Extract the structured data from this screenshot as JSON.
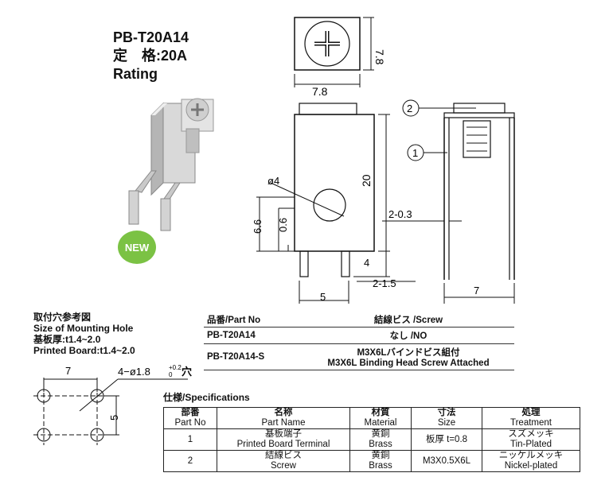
{
  "header": {
    "model": "PB-T20A14",
    "rating_jp": "定　格:20A",
    "rating_en": "Rating"
  },
  "badge": {
    "label": "NEW",
    "color": "#7bc244"
  },
  "drawing": {
    "top_width": "7.8",
    "top_height": "7.8",
    "height_20": "20",
    "dia_label": "ø4",
    "dim_66": "6.6",
    "dim_06": "0.6",
    "dim_4": "4",
    "dim_5": "5",
    "dim_2_15": "2-1.5",
    "dim_2_03": "2-0.3",
    "dim_7": "7",
    "callout_1": "1",
    "callout_2": "2"
  },
  "mounting_hole": {
    "title_jp": "取付穴参考図",
    "title_en": "Size of Mounting Hole",
    "board_jp": "基板厚:t1.4~2.0",
    "board_en": "Printed Board:t1.4~2.0",
    "dim_7": "7",
    "dim_5": "5",
    "hole_main": "4−ø1.8",
    "hole_tol_plus": "+0.2",
    "hole_tol_minus": "0",
    "hole_suffix": "穴"
  },
  "part_table": {
    "header_part": "品番/Part No",
    "header_screw": "結線ビス /Screw",
    "rows": [
      {
        "part": "PB-T20A14",
        "screw_1": "なし /NO",
        "screw_2": ""
      },
      {
        "part": "PB-T20A14-S",
        "screw_1": "M3X6Lバインドビス組付",
        "screw_2": "M3X6L Binding Head Screw Attached"
      }
    ]
  },
  "spec": {
    "title": "仕様/Specifications",
    "headers": [
      {
        "jp": "部番",
        "en": "Part No"
      },
      {
        "jp": "名称",
        "en": "Part Name"
      },
      {
        "jp": "材質",
        "en": "Material"
      },
      {
        "jp": "寸法",
        "en": "Size"
      },
      {
        "jp": "処理",
        "en": "Treatment"
      }
    ],
    "rows": [
      {
        "no": "1",
        "name_jp": "基板端子",
        "name_en": "Printed Board Terminal",
        "mat_jp": "黄銅",
        "mat_en": "Brass",
        "size": "板厚 t=0.8",
        "treat_jp": "スズメッキ",
        "treat_en": "Tin-Plated"
      },
      {
        "no": "2",
        "name_jp": "結線ビス",
        "name_en": "Screw",
        "mat_jp": "黄銅",
        "mat_en": "Brass",
        "size": "M3X0.5X6L",
        "treat_jp": "ニッケルメッキ",
        "treat_en": "Nickel-plated"
      }
    ]
  }
}
